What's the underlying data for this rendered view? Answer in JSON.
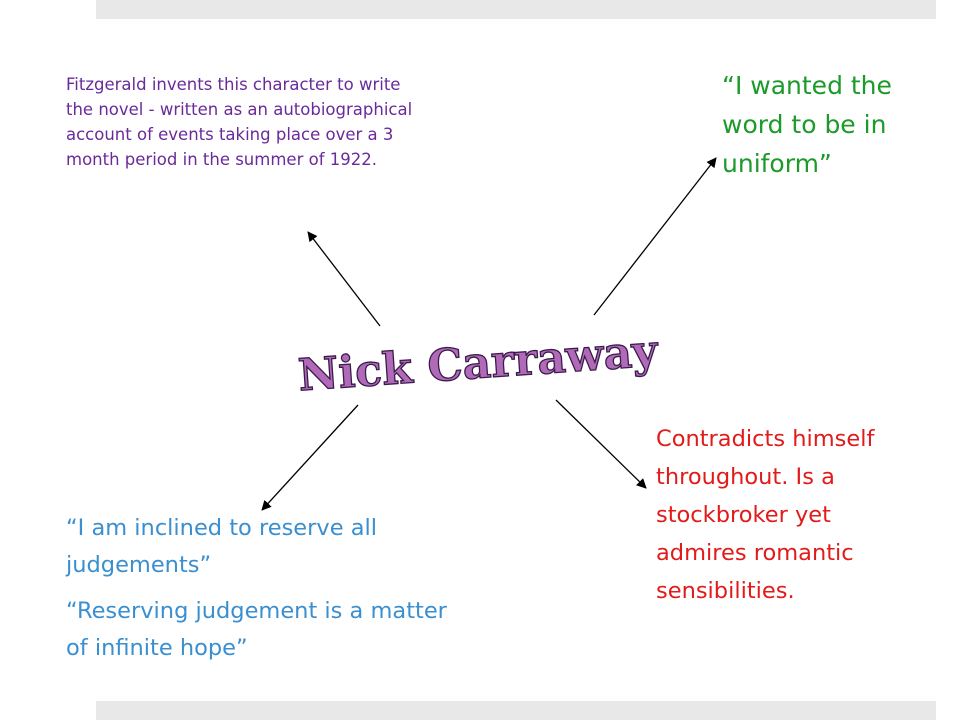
{
  "title": "Nick Carraway",
  "notes": {
    "top_left": "Fitzgerald invents this character to write the novel -  written as an autobiographical account of events taking place over a 3 month period in the summer of 1922.",
    "top_right": "“I wanted the word to be in uniform”",
    "bottom_right": "Contradicts himself throughout. Is a stockbroker yet admires romantic sensibilities.",
    "bottom_left": [
      "“I am inclined to reserve all judgements”",
      "“Reserving judgement is a matter of infinite hope”"
    ]
  },
  "colors": {
    "title_fill": "#b06ab8",
    "top_left_text": "#6a2a9a",
    "top_right_text": "#1c9a2a",
    "bottom_right_text": "#e21a1a",
    "bottom_left_text": "#3a8fd0",
    "arrows": "#000000"
  }
}
